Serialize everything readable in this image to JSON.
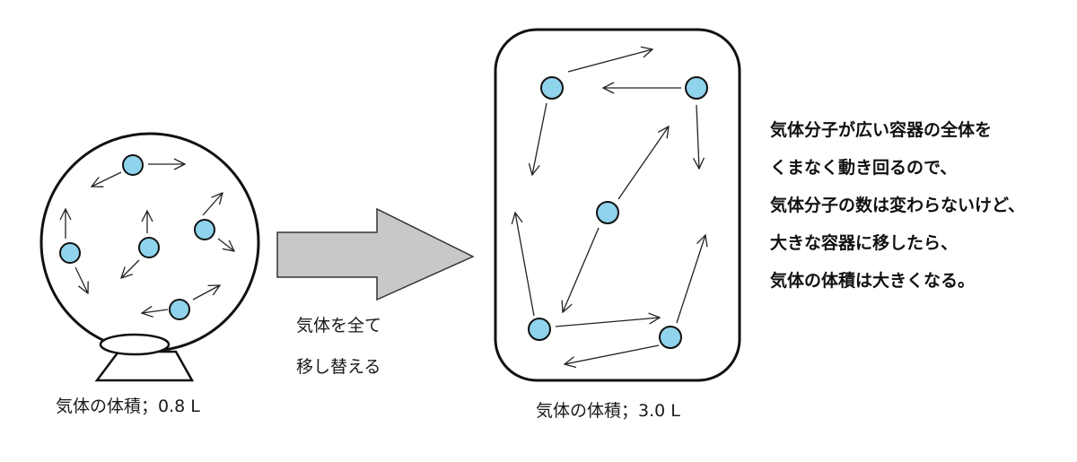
{
  "left_volume_label": "気体の体積；0.8 L",
  "right_volume_label": "気体の体積；3.0 L",
  "transfer_label": [
    "気体を全て",
    "移し替える"
  ],
  "explanation": [
    "気体分子が広い容器の全体を",
    "くまなく動き回るので、",
    "気体分子の数は変わらないけど、",
    "大きな容器に移したら、",
    "気体の体積は大きくなる。"
  ],
  "colors": {
    "molecule": "#8fd3ec",
    "arrow_fill": "#c8c8c8",
    "outline": "#111111"
  }
}
